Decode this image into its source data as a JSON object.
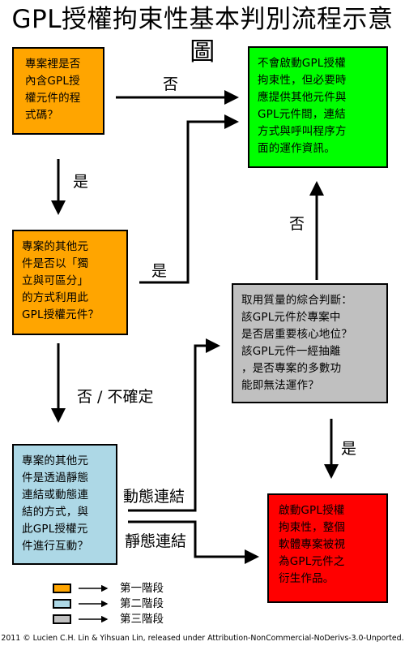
{
  "title": "GPL授權拘束性基本判別流程示意圖",
  "boxes": {
    "q1": "專案裡是否\n內含GPL授\n權元件的程\n式碼？",
    "q2": "專案的其他元\n件是否以「獨\n立與可區分」\n的方式利用此\nGPL授權元件？",
    "q3": "專案的其他元\n件是透過靜態\n連結或動態連\n結的方式，與\n此GPL授權元\n件進行互動？",
    "no_copyleft": "不會啟動GPL授權\n拘束性，但必要時\n應提供其他元件與\nGPL元件間，連結\n方式與呼叫程序方\n面的運作資訊。",
    "quality": "取用質量的綜合判斷：\n該GPL元件於專案中\n是否居重要核心地位？\n該GPL元件一經抽離\n，是否專案的多數功\n能即無法運作？",
    "copyleft": "啟動GPL授權\n拘束性，整個\n軟體專案被視\n為GPL元件之\n衍生作品。"
  },
  "labels": {
    "q1_no": "否",
    "q1_yes": "是",
    "q2_yes": "是",
    "q2_no_unsure": "否 / 不確定",
    "quality_no": "否",
    "quality_yes": "是",
    "dynamic": "動態連結",
    "static": "靜態連結"
  },
  "legend": [
    {
      "color": "#ffa500",
      "text": "第一階段"
    },
    {
      "color": "#add8e6",
      "text": "第二階段"
    },
    {
      "color": "#c0c0c0",
      "text": "第三階段"
    }
  ],
  "colors": {
    "stage1": "#ffa500",
    "stage2": "#add8e6",
    "stage3": "#c0c0c0",
    "no_copyleft": "#00ff00",
    "copyleft": "#ff0000"
  },
  "footer": "2011 © Lucien C.H. Lin & Yihsuan Lin, released under Attribution-NonCommercial-NoDerivs-3.0-Unported."
}
